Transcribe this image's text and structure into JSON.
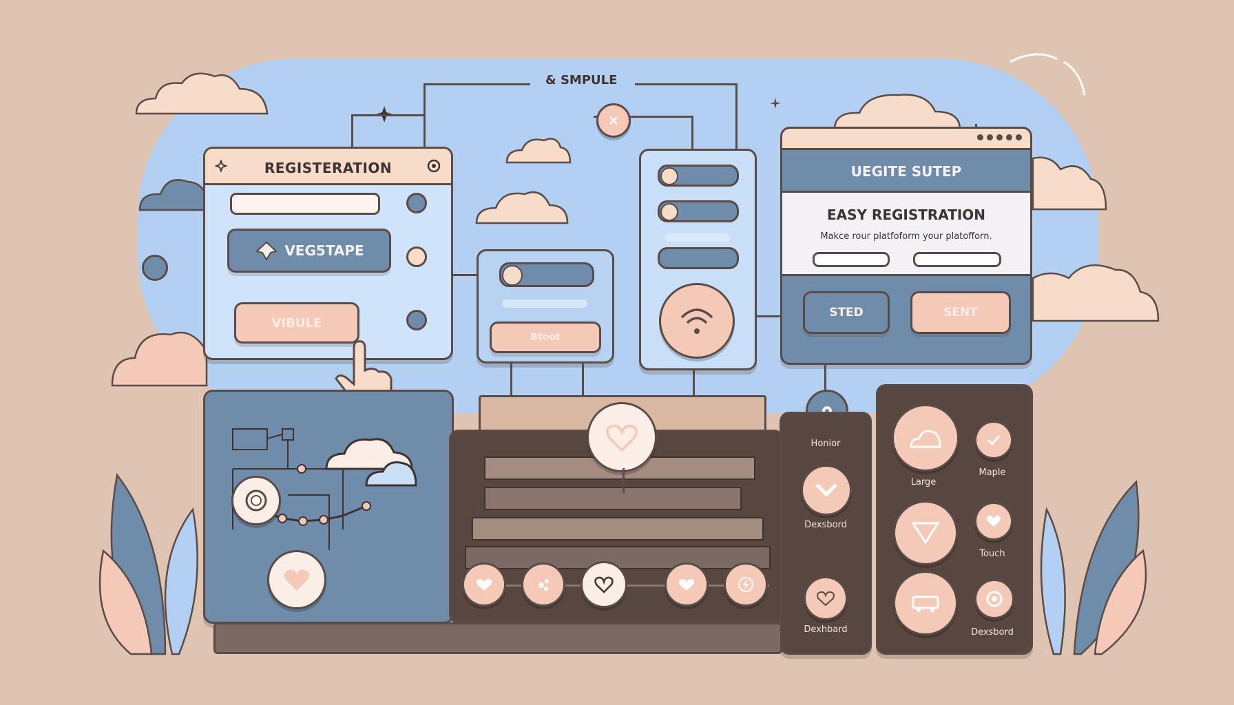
{
  "top_label": "& SMPULE",
  "registration": {
    "title": "REGISTERATION",
    "primary_button": "VEG5TAPE",
    "secondary_button": "VIBULE"
  },
  "small_card": {
    "button": "Btoot"
  },
  "signup": {
    "header": "UEGITE SUTEP",
    "heading": "EASY REGISTRATION",
    "subtext": "Makce rour platfoform your platofforn.",
    "button_left": "STED",
    "button_right": "SENT"
  },
  "tall_panel": {
    "label_top": "Honior",
    "label_mid": "Dexsbord",
    "label_bottom": "Dexhbard"
  },
  "right_panel": {
    "label_large": "Large",
    "label_maple": "Maple",
    "label_touch": "Touch",
    "label_dashboard": "Dexsbord"
  },
  "colors": {
    "background": "#dfc4b2",
    "sky": "#b3d0f2",
    "peach": "#f5c9b8",
    "slate_blue": "#6f8cab",
    "dark_brown": "#584640",
    "outline": "#5b4b47"
  },
  "icons": [
    "sparkle-icon",
    "gear-icon",
    "target-icon",
    "wifi-icon",
    "heart-icon",
    "cloud-icon",
    "chevron-down-icon",
    "triangle-down-icon",
    "pointer-hand-icon",
    "close-icon",
    "bolt-icon",
    "bus-icon",
    "ring-icon"
  ]
}
